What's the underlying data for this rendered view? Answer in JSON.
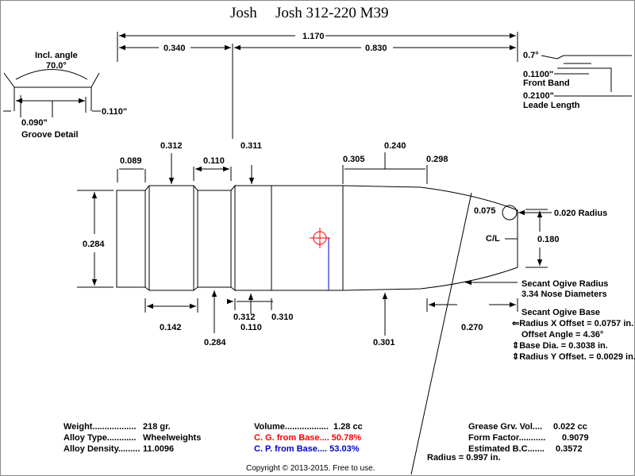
{
  "title": {
    "left": "Josh",
    "right": "Josh 312-220 M39"
  },
  "colors": {
    "line": "#000000",
    "cg": "#ff0000",
    "cp": "#0000cc"
  },
  "dims": {
    "overall": "1.170",
    "shank": "0.340",
    "nose": "0.830",
    "band1_len": "0.089",
    "band1_dia": "0.312",
    "groove_len": "0.110",
    "band3_dia": "0.311",
    "ogive_start_dia": "0.305",
    "ogive_len": "0.240",
    "ogive_end_dia": "0.298",
    "base_dia": "0.284",
    "meplat_dia": "0.075",
    "tip_radius": "0.020 Radius",
    "meplat_width": "0.180",
    "cl": "C/L",
    "drive_len": "0.142",
    "groove_dia": "0.284",
    "band2_dia": "0.312",
    "band2_len": "0.110",
    "band2_dia2": "0.310",
    "body_dia": "0.301",
    "nose_len": "0.270"
  },
  "groove_detail": {
    "incl_label": "Incl. angle",
    "incl_value": "70.0°",
    "width": "0.090\"",
    "depth": "0.110\"",
    "caption": "Groove Detail"
  },
  "front_band": {
    "angle": "0.7°",
    "length": "0.1100\"",
    "label": "Front Band",
    "leade_length": "0.2100\"",
    "leade_label": "Leade Length"
  },
  "secant": {
    "radius_label": "Secant Ogive Radius",
    "nose_diam": "3.34  Nose Diameters",
    "base_label": "Secant Ogive Base",
    "radius_x": "Radius X Offset = 0.0757 in.",
    "offset_angle": "Offset Angle = 4.36°",
    "base_dia": "Base Dia. = 0.3038 in.",
    "radius_y": "Radius Y Offset. = 0.0029 in.",
    "radius": "Radius = 0.997 in."
  },
  "stats": {
    "weight_label": "Weight..................",
    "weight_value": "218 gr.",
    "alloy_label": "Alloy Type............",
    "alloy_value": "Wheelweights",
    "density_label": "Alloy Density.........",
    "density_value": "11.0096",
    "volume_label": "Volume..................",
    "volume_value": "1.28 cc",
    "cg_text": "C. G. from Base.... 50.78%",
    "cp_text": "C. P. from Base.... 53.03%",
    "grease_label": "Grease Grv. Vol....",
    "grease_value": "0.022 cc",
    "form_label": "Form Factor...........",
    "form_value": "0.9079",
    "bc_label": "Estimated B.C.......",
    "bc_value": "0.3572"
  },
  "copyright": "Copyright © 2013-2015. Free to use."
}
